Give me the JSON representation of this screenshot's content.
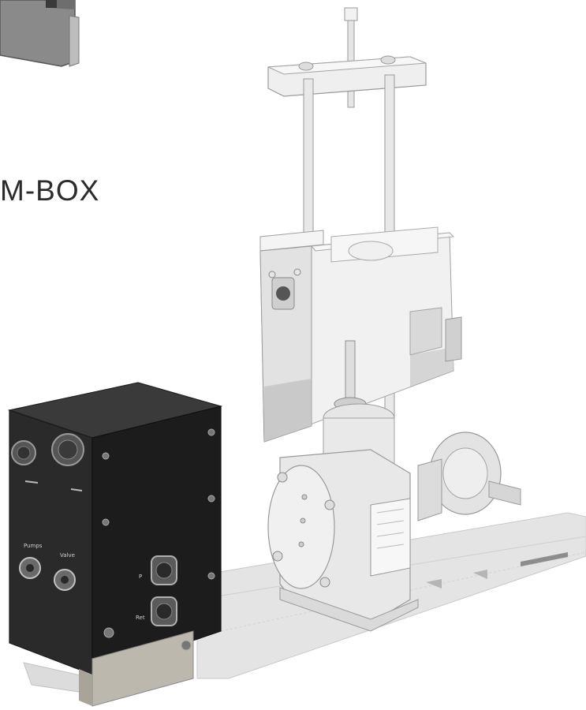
{
  "figure": {
    "label": "M-BOX",
    "panel": {
      "connector_labels": [
        "Pumps",
        "Valve"
      ],
      "fitting_labels": [
        "P",
        "Ret"
      ]
    }
  },
  "colors": {
    "background": "#ffffff",
    "box_face": "#2a2a2a",
    "box_side": "#1c1c1c",
    "box_top": "#3a3a3a",
    "rail": "#e4e4e4",
    "frame": "#e9e9e9",
    "outline": "#9a9a9a",
    "label_text": "#2b2b2b"
  }
}
